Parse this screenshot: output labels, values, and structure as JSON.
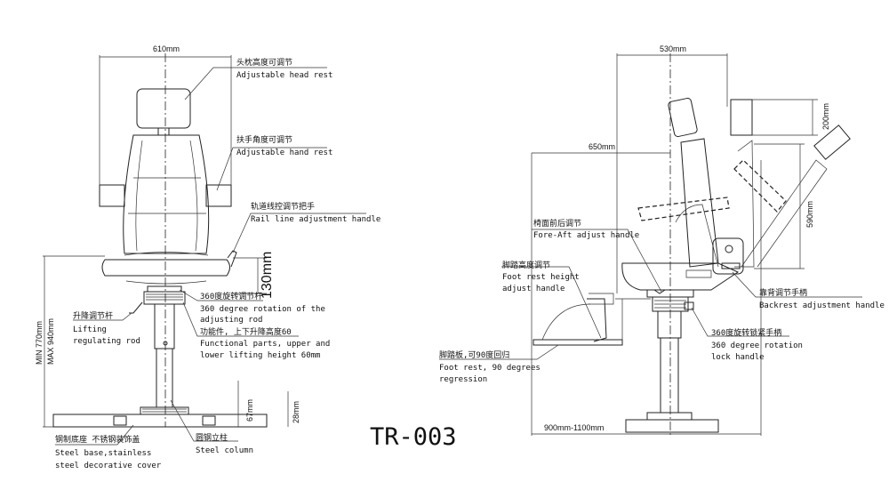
{
  "title": "TR-003",
  "front_view": {
    "dim_width": "610mm",
    "dim_lift": "130mm",
    "dim_min_height": "MIN 770mm",
    "dim_max_height": "MAX 940mm",
    "dim_base_67": "67mm",
    "dim_base_28": "28mm",
    "callouts": {
      "head_rest_cn": "头枕高度可调节",
      "head_rest_en": "Adjustable head rest",
      "hand_rest_cn": "扶手角度可调节",
      "hand_rest_en": "Adjustable hand rest",
      "rail_cn": "轨道线控调节把手",
      "rail_en": "Rail line adjustment handle",
      "rotation_cn": "360度旋转调节杆",
      "rotation_en1": "360 degree rotation of the",
      "rotation_en2": "adjusting rod",
      "lifting_cn": "升降调节杆",
      "lifting_en1": "Lifting",
      "lifting_en2": "regulating rod",
      "functional_cn": "功能件, 上下升降高度60",
      "functional_en1": "Functional parts, upper and",
      "functional_en2": "lower lifting height 60mm",
      "base_cn": "钢制底座 不锈钢装饰盖",
      "base_en1": "Steel base,stainless",
      "base_en2": "steel decorative cover",
      "column_cn": "圆钢立柱",
      "column_en": "Steel column"
    }
  },
  "side_view": {
    "dim_width": "530mm",
    "dim_depth": "650mm",
    "dim_headrest": "200mm",
    "dim_recline": "590mm",
    "dim_base_range": "900mm-1100mm",
    "callouts": {
      "fore_aft_cn": "椅面前后调节",
      "fore_aft_en": "Fore-Aft adjust handle",
      "foot_height_cn": "脚踏高度调节",
      "foot_height_en1": "Foot rest height",
      "foot_height_en2": "adjust handle",
      "backrest_cn": "靠背调节手柄",
      "backrest_en": "Backrest adjustment handle",
      "lock_cn": "360度旋转锁紧手柄",
      "lock_en1": "360 degree rotation",
      "lock_en2": "lock handle",
      "foot_rest_cn": "脚踏板,可90度回归",
      "foot_rest_en1": "Foot rest, 90 degrees",
      "foot_rest_en2": "regression"
    }
  }
}
